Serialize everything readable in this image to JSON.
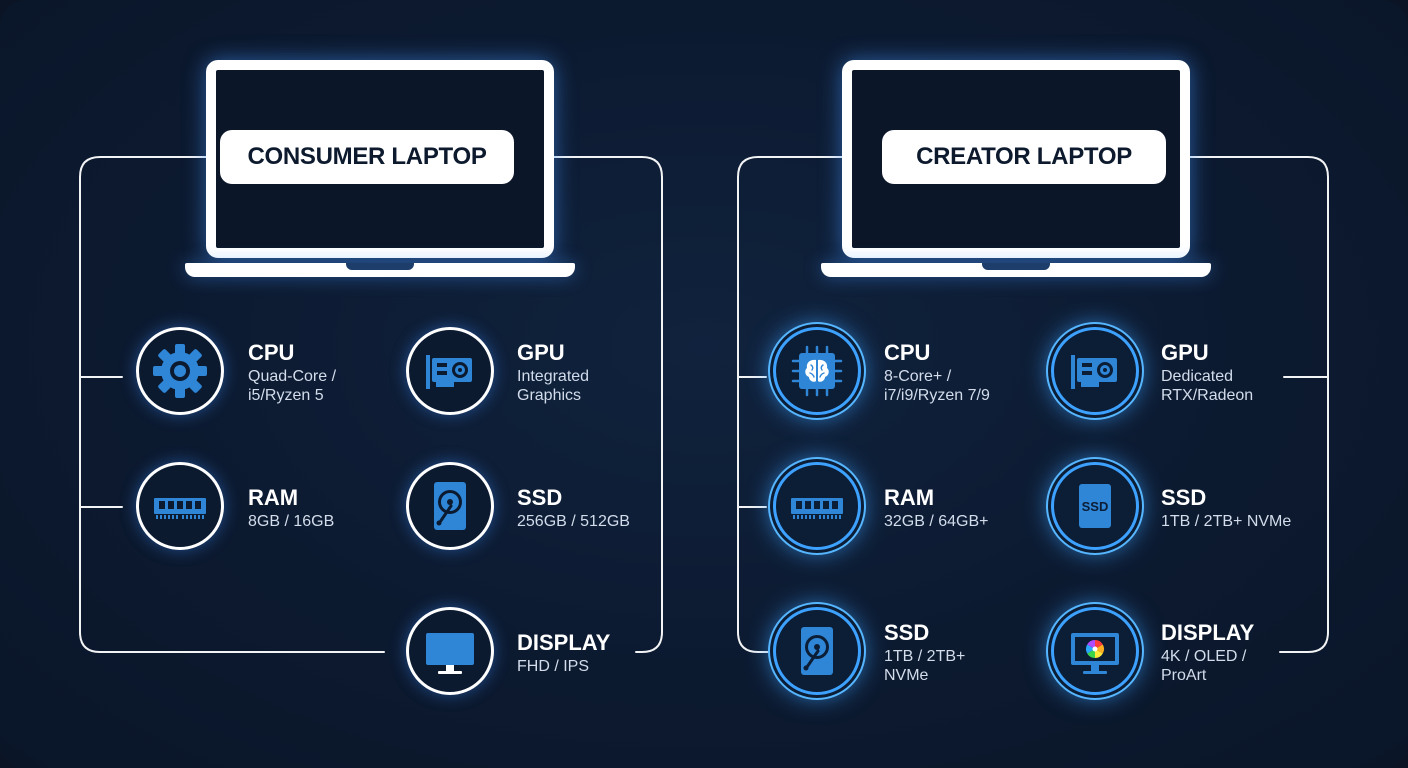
{
  "colors": {
    "background": "#0c1a30",
    "accent": "#2f86d6",
    "line": "#ffffff",
    "glow": "#3da2ff"
  },
  "consumer": {
    "title": "CONSUMER LAPTOP",
    "specs": [
      {
        "id": "cpu",
        "icon": "gear-icon",
        "label": "CPU",
        "desc": "Quad-Core /\ni5/Ryzen 5"
      },
      {
        "id": "gpu",
        "icon": "graphics-card-icon",
        "label": "GPU",
        "desc": "Integrated\nGraphics"
      },
      {
        "id": "ram",
        "icon": "ram-module-icon",
        "label": "RAM",
        "desc": "8GB / 16GB"
      },
      {
        "id": "ssd",
        "icon": "hard-drive-icon",
        "label": "SSD",
        "desc": "256GB / 512GB"
      },
      {
        "id": "display",
        "icon": "monitor-icon",
        "label": "DISPLAY",
        "desc": "FHD / IPS"
      }
    ]
  },
  "creator": {
    "title": "CREATOR LAPTOP",
    "specs": [
      {
        "id": "cpu",
        "icon": "ai-chip-icon",
        "label": "CPU",
        "desc": "8-Core+ /\ni7/i9/Ryzen 7/9"
      },
      {
        "id": "gpu",
        "icon": "graphics-card-icon",
        "label": "GPU",
        "desc": "Dedicated\nRTX/Radeon"
      },
      {
        "id": "ram",
        "icon": "ram-module-icon",
        "label": "RAM",
        "desc": "32GB / 64GB+"
      },
      {
        "id": "ssd-nvme",
        "icon": "ssd-icon",
        "label": "SSD",
        "desc": "1TB / 2TB+ NVMe",
        "icon_text": "SSD"
      },
      {
        "id": "ssd",
        "icon": "hard-drive-icon",
        "label": "SSD",
        "desc": "1TB / 2TB+\nNVMe"
      },
      {
        "id": "display",
        "icon": "color-monitor-icon",
        "label": "DISPLAY",
        "desc": "4K / OLED /\nProArt"
      }
    ]
  }
}
